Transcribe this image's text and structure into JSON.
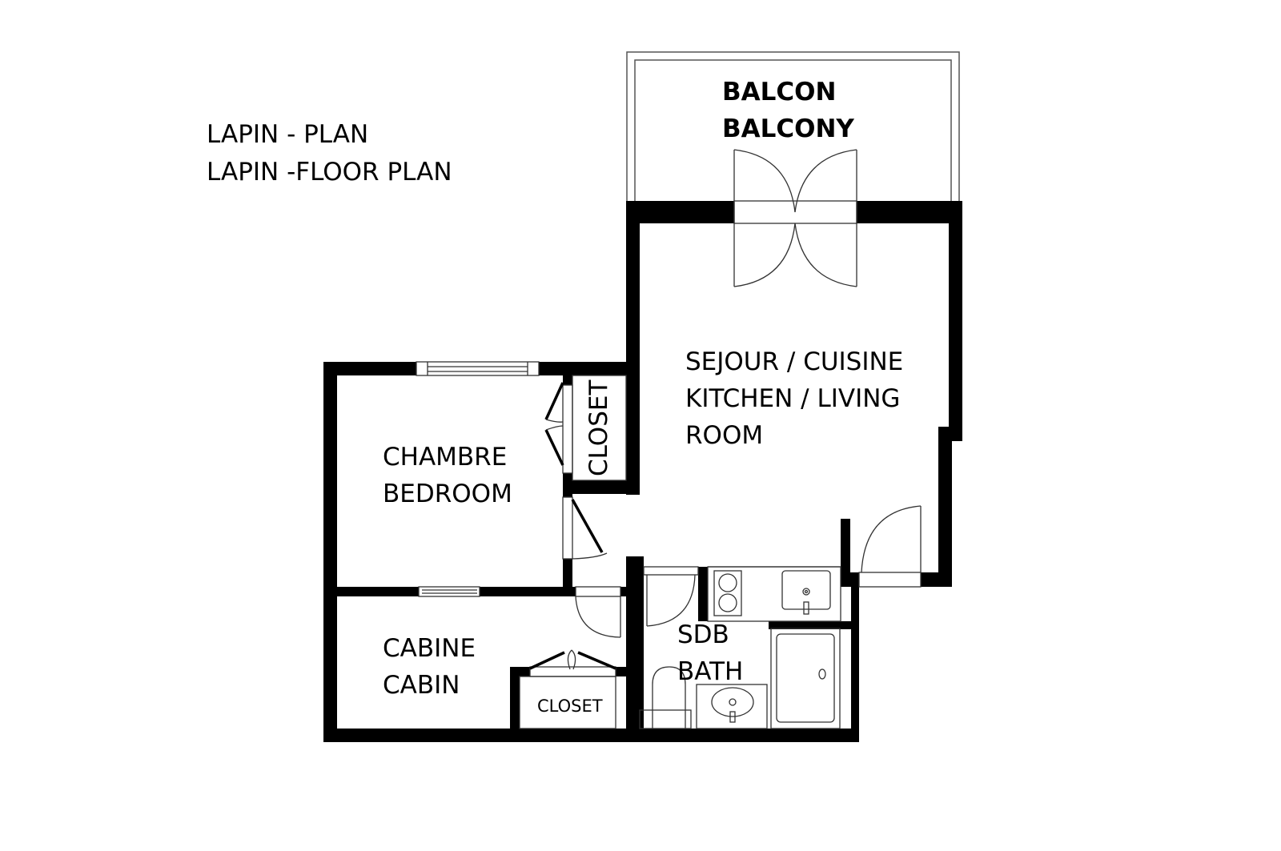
{
  "title": {
    "line1": "LAPIN - PLAN",
    "line2": "LAPIN -FLOOR PLAN"
  },
  "rooms": {
    "balcony": {
      "fr": "BALCON",
      "en": "BALCONY"
    },
    "living": {
      "line1": "SEJOUR / CUISINE",
      "line2": "KITCHEN / LIVING",
      "line3": "ROOM"
    },
    "bedroom": {
      "fr": "CHAMBRE",
      "en": "BEDROOM"
    },
    "bedroom_closet": {
      "label": "CLOSET"
    },
    "cabin": {
      "fr": "CABINE",
      "en": "CABIN"
    },
    "cabin_closet": {
      "label": "CLOSET"
    },
    "bath": {
      "fr": "SDB",
      "en": "BATH"
    }
  },
  "colors": {
    "wall": "#000000",
    "line": "#333333",
    "background": "#ffffff"
  }
}
